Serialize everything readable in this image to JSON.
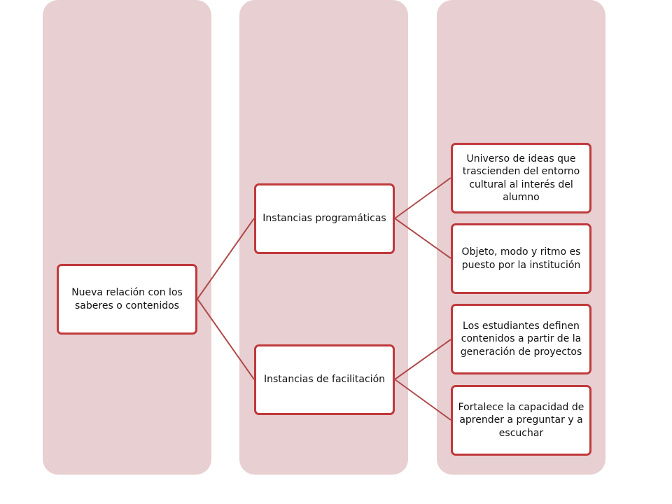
{
  "colors": {
    "column_fill": "#e8cfd2",
    "node_border": "#c0393b",
    "connector": "#b04a4a",
    "node_fill": "#ffffff"
  },
  "diagram": {
    "root": {
      "label": "Nueva relación con los saberes o contenidos"
    },
    "level2": [
      {
        "label": "Instancias programáticas"
      },
      {
        "label": "Instancias de facilitación"
      }
    ],
    "level3": [
      {
        "label": "Universo de ideas que trascienden del entorno cultural al interés del alumno"
      },
      {
        "label": "Objeto, modo y ritmo es puesto por la institución"
      },
      {
        "label": "Los estudiantes definen contenidos a partir de la generación de proyectos"
      },
      {
        "label": "Fortalece la capacidad de aprender a preguntar y a escuchar"
      }
    ]
  }
}
